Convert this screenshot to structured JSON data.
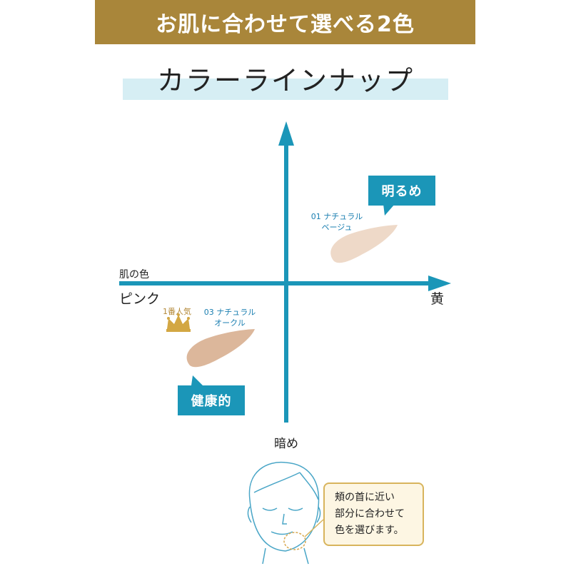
{
  "header": {
    "title": "お肌に合わせて選べる2色"
  },
  "section": {
    "title": "カラーラインナップ"
  },
  "chart": {
    "axis_skin_label": "肌の色",
    "axis_left_label": "ピンク",
    "axis_right_label": "黄",
    "axis_bottom_label": "暗め"
  },
  "callouts": {
    "bright": "明るめ",
    "healthy": "健康的"
  },
  "products": {
    "p01": {
      "line1": "01 ナチュラル",
      "line2": "ベージュ",
      "color": "#eed9c8"
    },
    "p03": {
      "line1": "03 ナチュラル",
      "line2": "オークル",
      "color": "#dcb79b"
    }
  },
  "popular": {
    "label": "1番人気",
    "icon": "crown-icon"
  },
  "advice": {
    "line1": "頬の首に近い",
    "line2": "部分に合わせて",
    "line3": "色を選びます。"
  },
  "colors": {
    "header_bg": "#a9863a",
    "accent_blue": "#1b96b8",
    "strip_blue": "#d6eef4",
    "gold": "#d8b45c"
  }
}
